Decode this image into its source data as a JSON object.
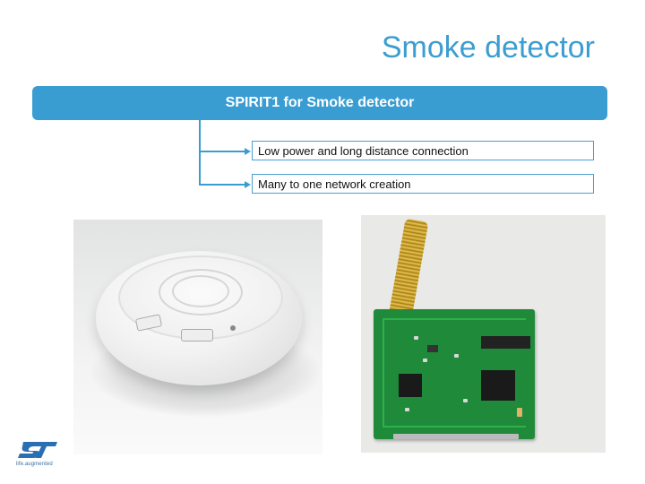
{
  "slide": {
    "title": "Smoke detector",
    "banner": "SPIRIT1 for Smoke detector",
    "bullets": [
      "Low power and long distance connection",
      "Many to one network creation"
    ],
    "logo_tagline": "life.augmented"
  },
  "colors": {
    "accent": "#3a9dd2",
    "title": "#3c9dd0"
  },
  "images": {
    "left": "smoke-detector-photo",
    "right": "rf-module-board-photo"
  }
}
